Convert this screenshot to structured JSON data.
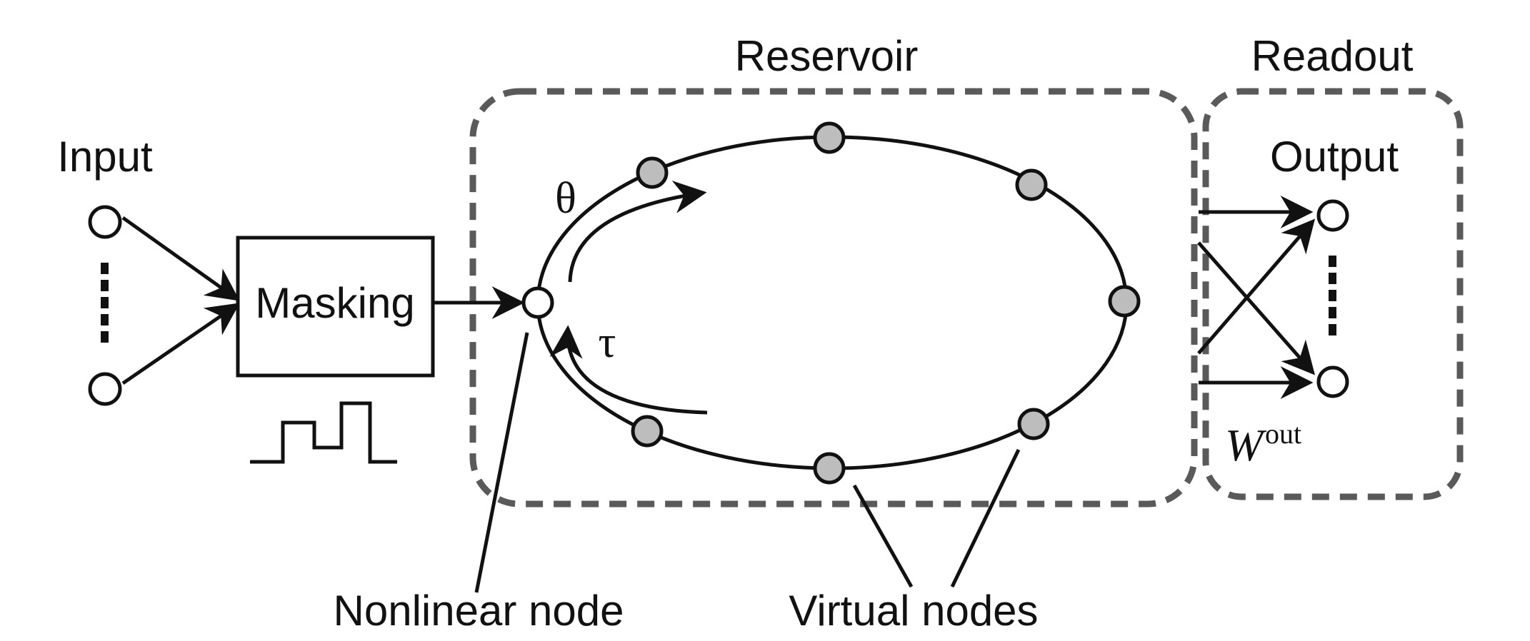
{
  "labels": {
    "input": "Input",
    "masking": "Masking",
    "reservoir": "Reservoir",
    "readout": "Readout",
    "output": "Output",
    "theta": "θ",
    "tau": "τ",
    "weight": "W",
    "weight_sup": "out",
    "nonlinear_node": "Nonlinear node",
    "virtual_nodes": "Virtual nodes"
  },
  "colors": {
    "ink": "#111111",
    "dashed_box": "#5a5a5a",
    "virtual_node_fill": "#bdbdbd",
    "background": "#ffffff"
  }
}
